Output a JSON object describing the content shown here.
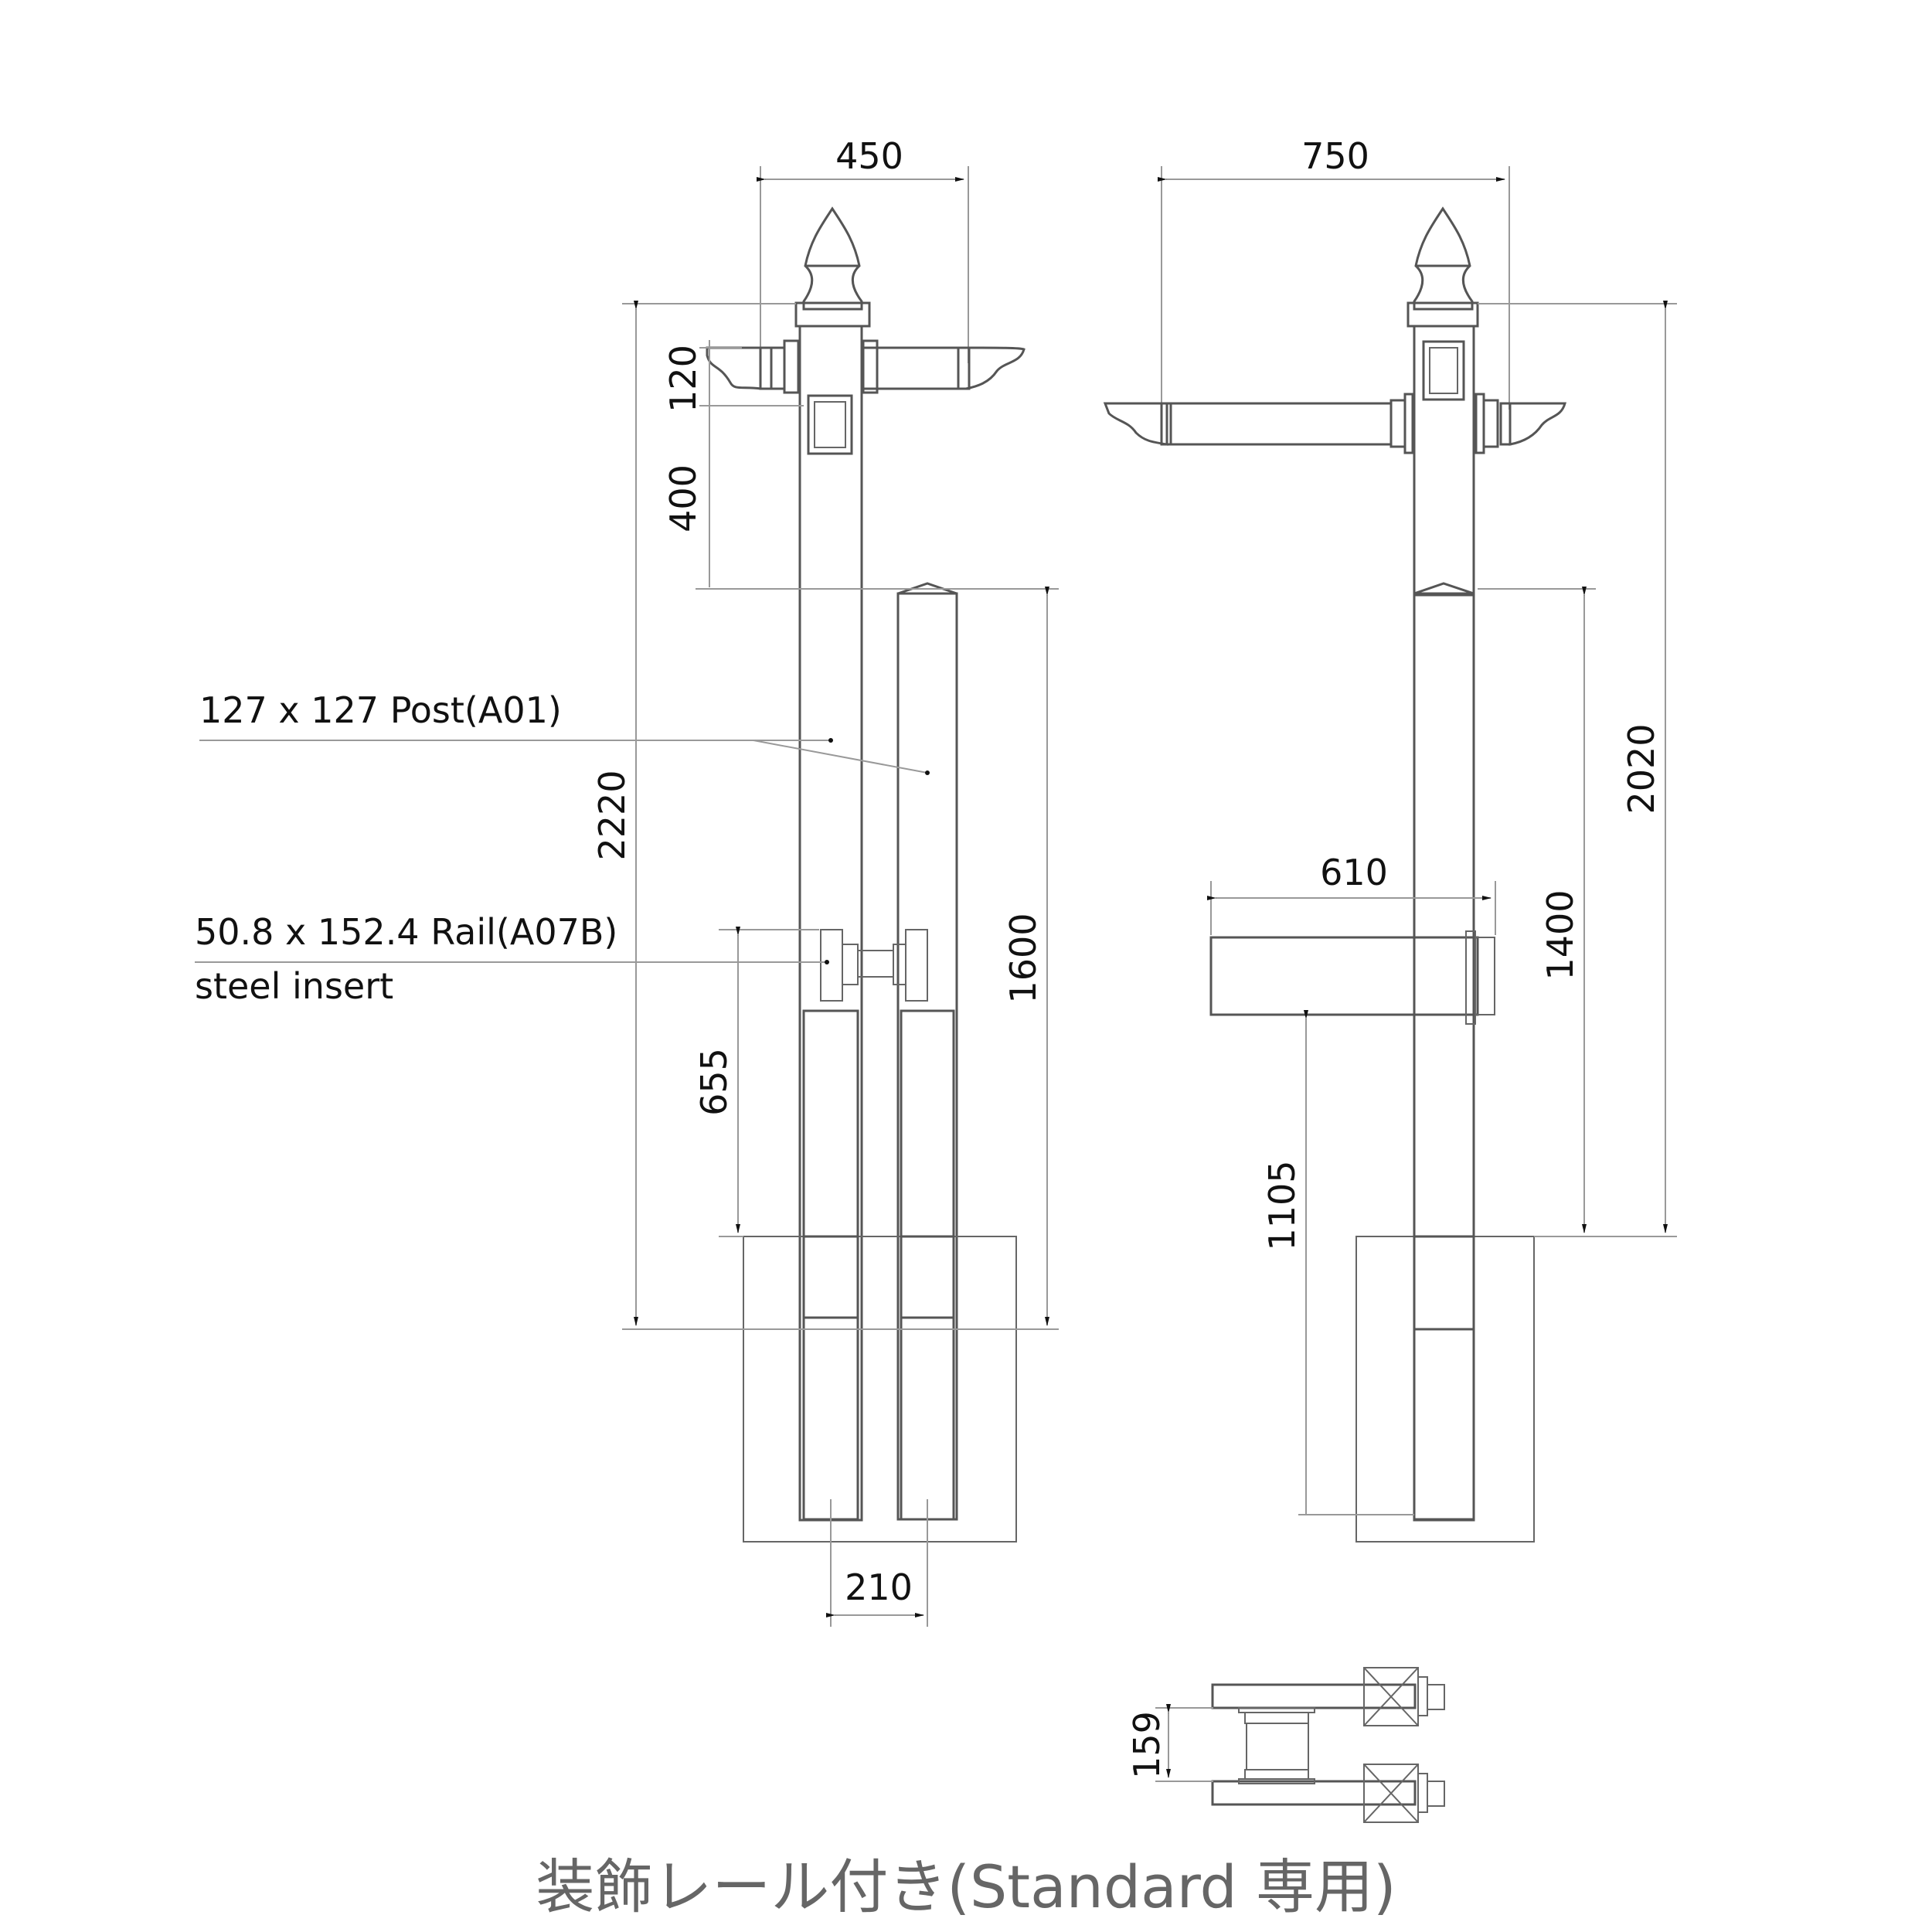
{
  "drawing": {
    "caption": "装飾レール付き(Standard 専用)",
    "front_view": {
      "dimensions": {
        "top_width": "450",
        "bracket_height": "120",
        "window_to_rail": "400",
        "overall_height": "2220",
        "short_post_height": "1600",
        "rail_height": "655",
        "post_spacing": "210"
      },
      "labels": {
        "post": "127 x 127 Post(A01)",
        "rail_line1": "50.8 x 152.4 Rail(A07B)",
        "rail_line2": "steel insert"
      }
    },
    "side_view": {
      "dimensions": {
        "top_width": "750",
        "overall_height": "2020",
        "lower_height": "1400",
        "rail_width": "610",
        "rail_height": "1105"
      }
    },
    "plan_view": {
      "dimensions": {
        "rail_gap": "159"
      }
    },
    "colors": {
      "line": "#555555",
      "dimension_line": "#999999",
      "caption": "#666666"
    }
  }
}
